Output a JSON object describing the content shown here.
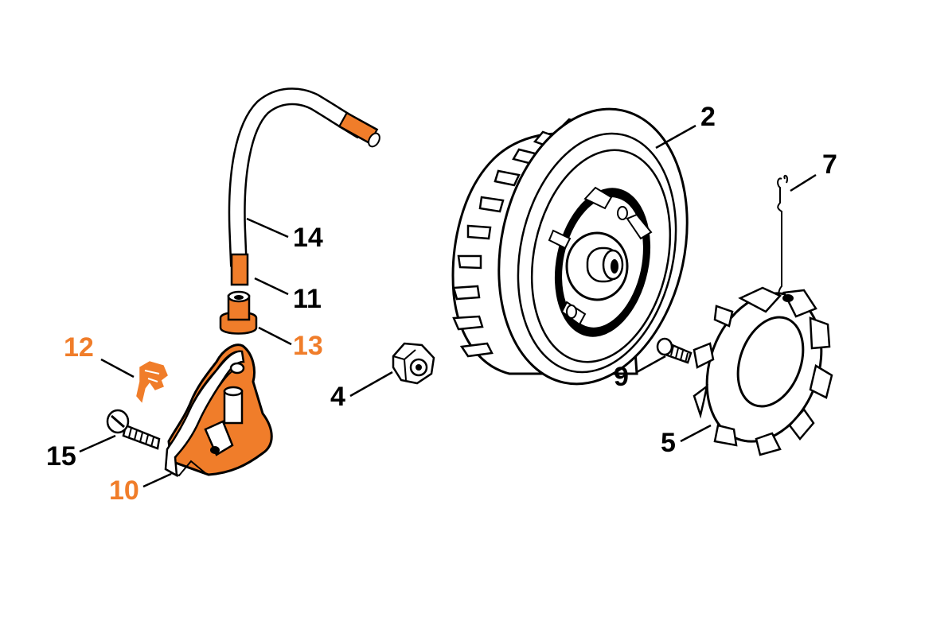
{
  "colors": {
    "ink": "#000000",
    "highlight": "#f07d2a",
    "part_fill": "#ffffff",
    "background": "#ffffff"
  },
  "parts": [
    {
      "id": "flywheel",
      "label": "2",
      "highlighted": false
    },
    {
      "id": "flywheel-nut",
      "label": "4",
      "highlighted": false
    },
    {
      "id": "starter-pawl-carrier",
      "label": "5",
      "highlighted": false
    },
    {
      "id": "spring",
      "label": "7",
      "highlighted": false
    },
    {
      "id": "carrier-screw",
      "label": "9",
      "highlighted": false
    },
    {
      "id": "ignition-module",
      "label": "10",
      "highlighted": true
    },
    {
      "id": "ignition-lead-tip",
      "label": "11",
      "highlighted": false
    },
    {
      "id": "lead-clip",
      "label": "12",
      "highlighted": true
    },
    {
      "id": "spark-plug-boot-sleeve",
      "label": "13",
      "highlighted": true
    },
    {
      "id": "ignition-lead",
      "label": "14",
      "highlighted": false
    },
    {
      "id": "module-screw",
      "label": "15",
      "highlighted": false
    }
  ]
}
